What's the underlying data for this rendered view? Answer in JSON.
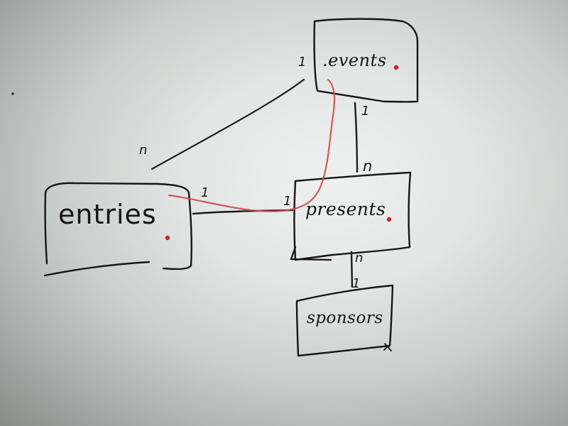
{
  "diagram": {
    "entities": {
      "events": {
        "label": ".events"
      },
      "entries": {
        "label": "entries"
      },
      "presents": {
        "label": "presents"
      },
      "sponsors": {
        "label": "sponsors"
      }
    },
    "relationships": [
      {
        "from": "events",
        "to": "entries",
        "from_card": "1",
        "to_card": "n"
      },
      {
        "from": "events",
        "to": "presents",
        "from_card": "1",
        "to_card": "n"
      },
      {
        "from": "entries",
        "to": "presents",
        "from_card": "1",
        "to_card": "1"
      },
      {
        "from": "presents",
        "to": "sponsors",
        "from_card": "n",
        "to_card": "1"
      }
    ]
  },
  "colors": {
    "ink": "#161616",
    "red_ink": "#d34a4a",
    "red_dot": "#cc2020",
    "board": "#e1e5e3"
  }
}
